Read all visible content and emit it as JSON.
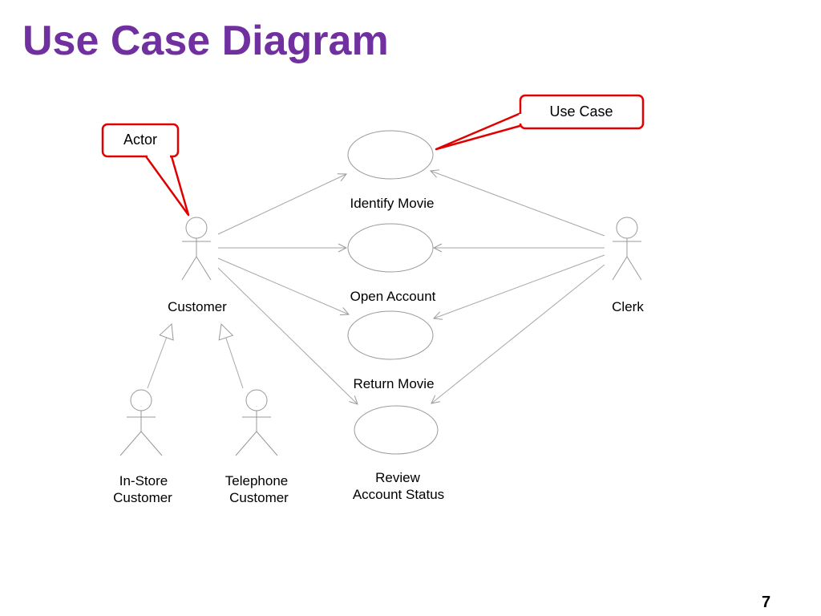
{
  "slide": {
    "title": "Use Case Diagram",
    "page_number": "7"
  },
  "callouts": {
    "actor": "Actor",
    "use_case": "Use Case"
  },
  "actors": {
    "customer": "Customer",
    "clerk": "Clerk",
    "in_store_customer": [
      "In-Store",
      "Customer"
    ],
    "telephone_customer": [
      "Telephone",
      "Customer"
    ]
  },
  "use_cases": {
    "identify_movie": "Identify Movie",
    "open_account": "Open Account",
    "return_movie": "Return Movie",
    "review_account_status": [
      "Review",
      "Account Status"
    ]
  },
  "colors": {
    "title": "#7030a0",
    "callout_border": "#e00000",
    "diagram_line": "#a6a6a6"
  }
}
